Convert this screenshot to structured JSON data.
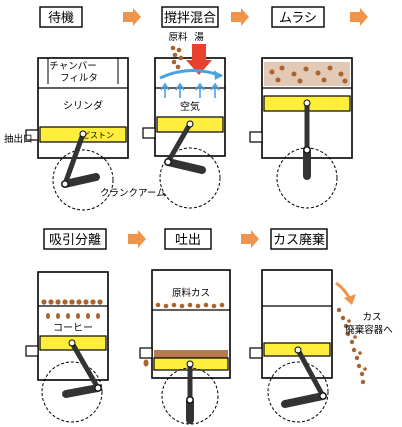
{
  "steps": [
    {
      "label": "待機"
    },
    {
      "label": "撹拌混合"
    },
    {
      "label": "ムラシ"
    },
    {
      "label": "吸引分離"
    },
    {
      "label": "吐出"
    },
    {
      "label": "カス廃棄"
    }
  ],
  "labels": {
    "chamber": "チャンバー",
    "filter": "フィルタ",
    "cylinder": "シリンダ",
    "piston": "ピストン",
    "outlet": "抽出口",
    "crank_arm": "クランクアーム",
    "ingredient": "原料",
    "hot_water": "湯",
    "air": "空気",
    "coffee": "コーヒー",
    "grounds": "原料カス",
    "waste_line1": "カス",
    "waste_line2": "廃棄容器へ"
  },
  "colors": {
    "arrow": "#f0944a",
    "piston": "#ffef3c",
    "grounds": "#a8632f",
    "hot_water": "#e8412e",
    "air_flow": "#4aa3e0",
    "crank": "#333333"
  }
}
